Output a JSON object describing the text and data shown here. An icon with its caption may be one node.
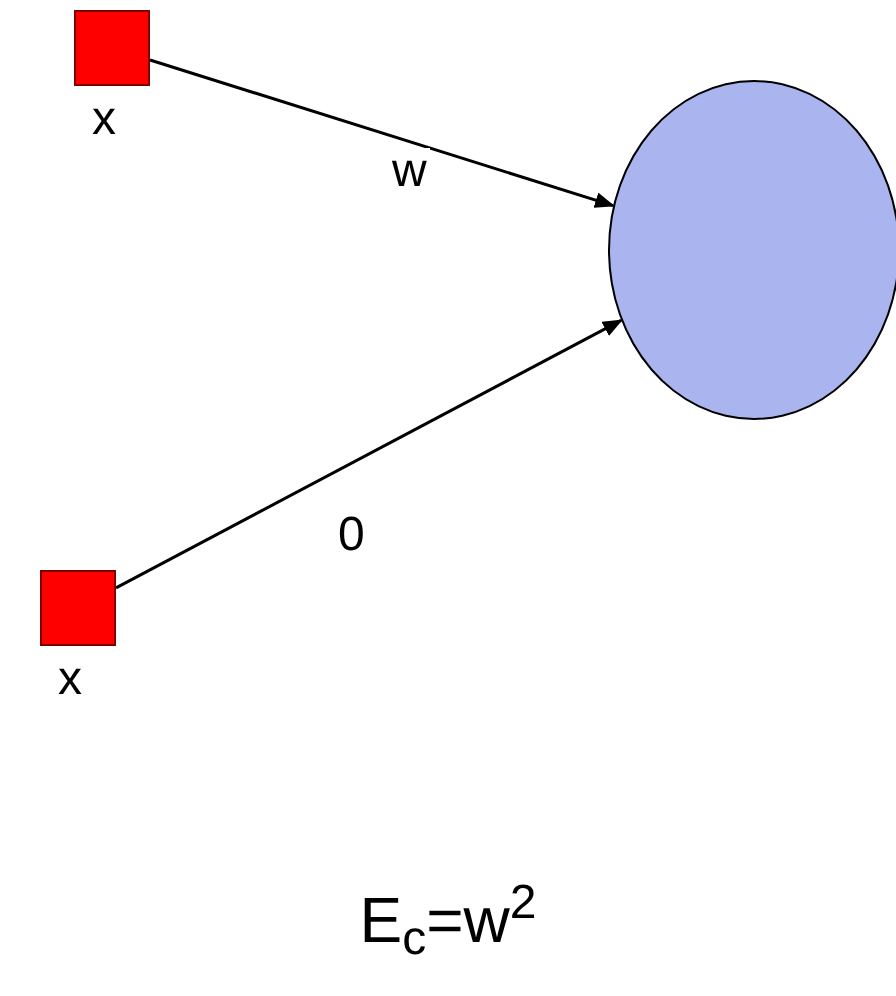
{
  "diagram": {
    "nodes": [
      {
        "text": [],
        "shape": "box",
        "beside": [
          "x"
        ]
      },
      {
        "text": [],
        "shape": "box",
        "beside": [
          "x"
        ]
      },
      {
        "text": [],
        "shape": "circle"
      }
    ],
    "edges": [
      {
        "from": 0,
        "to": 2,
        "arrow": "to",
        "label": "w"
      },
      {
        "from": 1,
        "to": 2,
        "arrow": "to",
        "label": "0"
      }
    ],
    "labels": [
      "E$_{c}$=w$^{2}$"
    ]
  }
}
